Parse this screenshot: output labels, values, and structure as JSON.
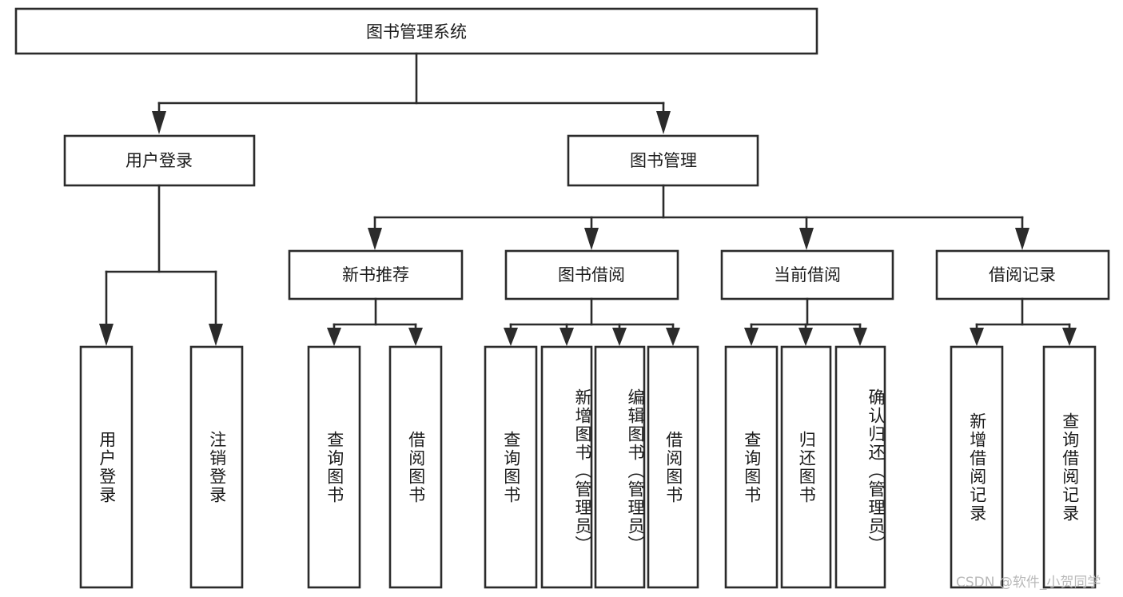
{
  "diagram": {
    "type": "tree-hierarchy-diagram",
    "title": "图书管理系统",
    "orientation": "top-down",
    "levels": 4,
    "root": {
      "id": "root",
      "label": "图书管理系统",
      "text_direction": "horizontal"
    },
    "level1": [
      {
        "id": "user-login",
        "label": "用户登录",
        "text_direction": "horizontal"
      },
      {
        "id": "book-manage",
        "label": "图书管理",
        "text_direction": "horizontal"
      }
    ],
    "level2": [
      {
        "id": "new-book-recommend",
        "label": "新书推荐",
        "parent": "book-manage",
        "text_direction": "horizontal"
      },
      {
        "id": "book-borrow",
        "label": "图书借阅",
        "parent": "book-manage",
        "text_direction": "horizontal"
      },
      {
        "id": "current-borrow",
        "label": "当前借阅",
        "parent": "book-manage",
        "text_direction": "horizontal"
      },
      {
        "id": "borrow-record",
        "label": "借阅记录",
        "parent": "book-manage",
        "text_direction": "horizontal"
      }
    ],
    "leaves": [
      {
        "id": "leaf-user-login",
        "label": "用户登录",
        "parent": "user-login",
        "text_direction": "vertical"
      },
      {
        "id": "leaf-logout-login",
        "label": "注销登录",
        "parent": "user-login",
        "text_direction": "vertical"
      },
      {
        "id": "leaf-query-book-1",
        "label": "查询图书",
        "parent": "new-book-recommend",
        "text_direction": "vertical"
      },
      {
        "id": "leaf-borrow-book-1",
        "label": "借阅图书",
        "parent": "new-book-recommend",
        "text_direction": "vertical"
      },
      {
        "id": "leaf-query-book-2",
        "label": "查询图书",
        "parent": "book-borrow",
        "text_direction": "vertical"
      },
      {
        "id": "leaf-add-book",
        "label": "新增图书（管理员）",
        "parent": "book-borrow",
        "text_direction": "vertical"
      },
      {
        "id": "leaf-edit-book",
        "label": "编辑图书（管理员）",
        "parent": "book-borrow",
        "text_direction": "vertical"
      },
      {
        "id": "leaf-borrow-book-2",
        "label": "借阅图书",
        "parent": "book-borrow",
        "text_direction": "vertical"
      },
      {
        "id": "leaf-query-book-3",
        "label": "查询图书",
        "parent": "current-borrow",
        "text_direction": "vertical"
      },
      {
        "id": "leaf-return-book",
        "label": "归还图书",
        "parent": "current-borrow",
        "text_direction": "vertical"
      },
      {
        "id": "leaf-confirm-return",
        "label": "确认归还（管理员）",
        "parent": "current-borrow",
        "text_direction": "vertical"
      },
      {
        "id": "leaf-add-record",
        "label": "新增借阅记录",
        "parent": "borrow-record",
        "text_direction": "vertical"
      },
      {
        "id": "leaf-query-record",
        "label": "查询借阅记录",
        "parent": "borrow-record",
        "text_direction": "vertical"
      }
    ],
    "colors": {
      "box_stroke": "#2b2b2b",
      "box_fill": "#ffffff",
      "text": "#1b1b1b",
      "background": "#ffffff",
      "watermark": "#b9b9b9"
    }
  },
  "watermark": {
    "text": "CSDN @软件_小贺同学"
  }
}
